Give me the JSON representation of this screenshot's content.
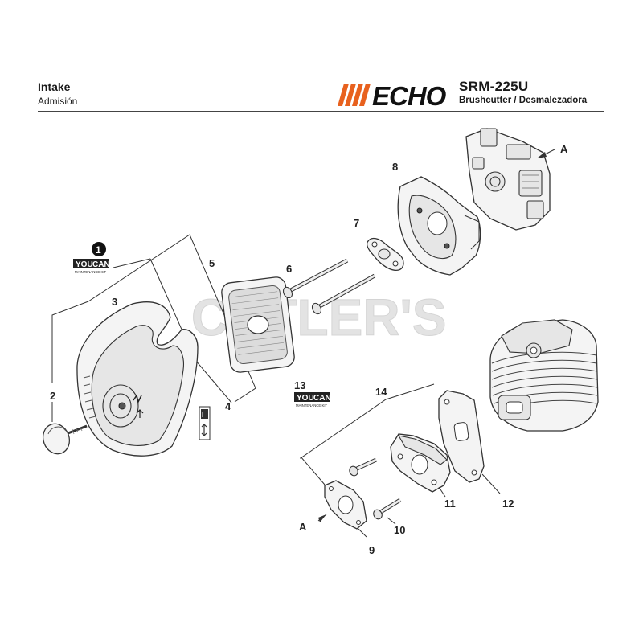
{
  "header": {
    "title": "Intake",
    "subtitle": "Admisión",
    "brand": "ECHO",
    "model": "SRM-225U",
    "description": "Brushcutter / Desmalezadora"
  },
  "watermark": "CUTLER'S",
  "kit_badge": {
    "top": "YOU",
    "can": "CAN",
    "sub": "MAINTENANCE KIT"
  },
  "callouts": {
    "c1": "1",
    "c2": "2",
    "c3": "3",
    "c4": "4",
    "c5": "5",
    "c6": "6",
    "c7": "7",
    "c8": "8",
    "c9": "9",
    "c10": "10",
    "c11": "11",
    "c12": "12",
    "c13": "13",
    "c14": "14",
    "a_top": "A",
    "a_bottom": "A"
  },
  "colors": {
    "brand_stripes": "#e8611e",
    "text": "#1a1a1a",
    "watermark": "#e3e3e3"
  }
}
